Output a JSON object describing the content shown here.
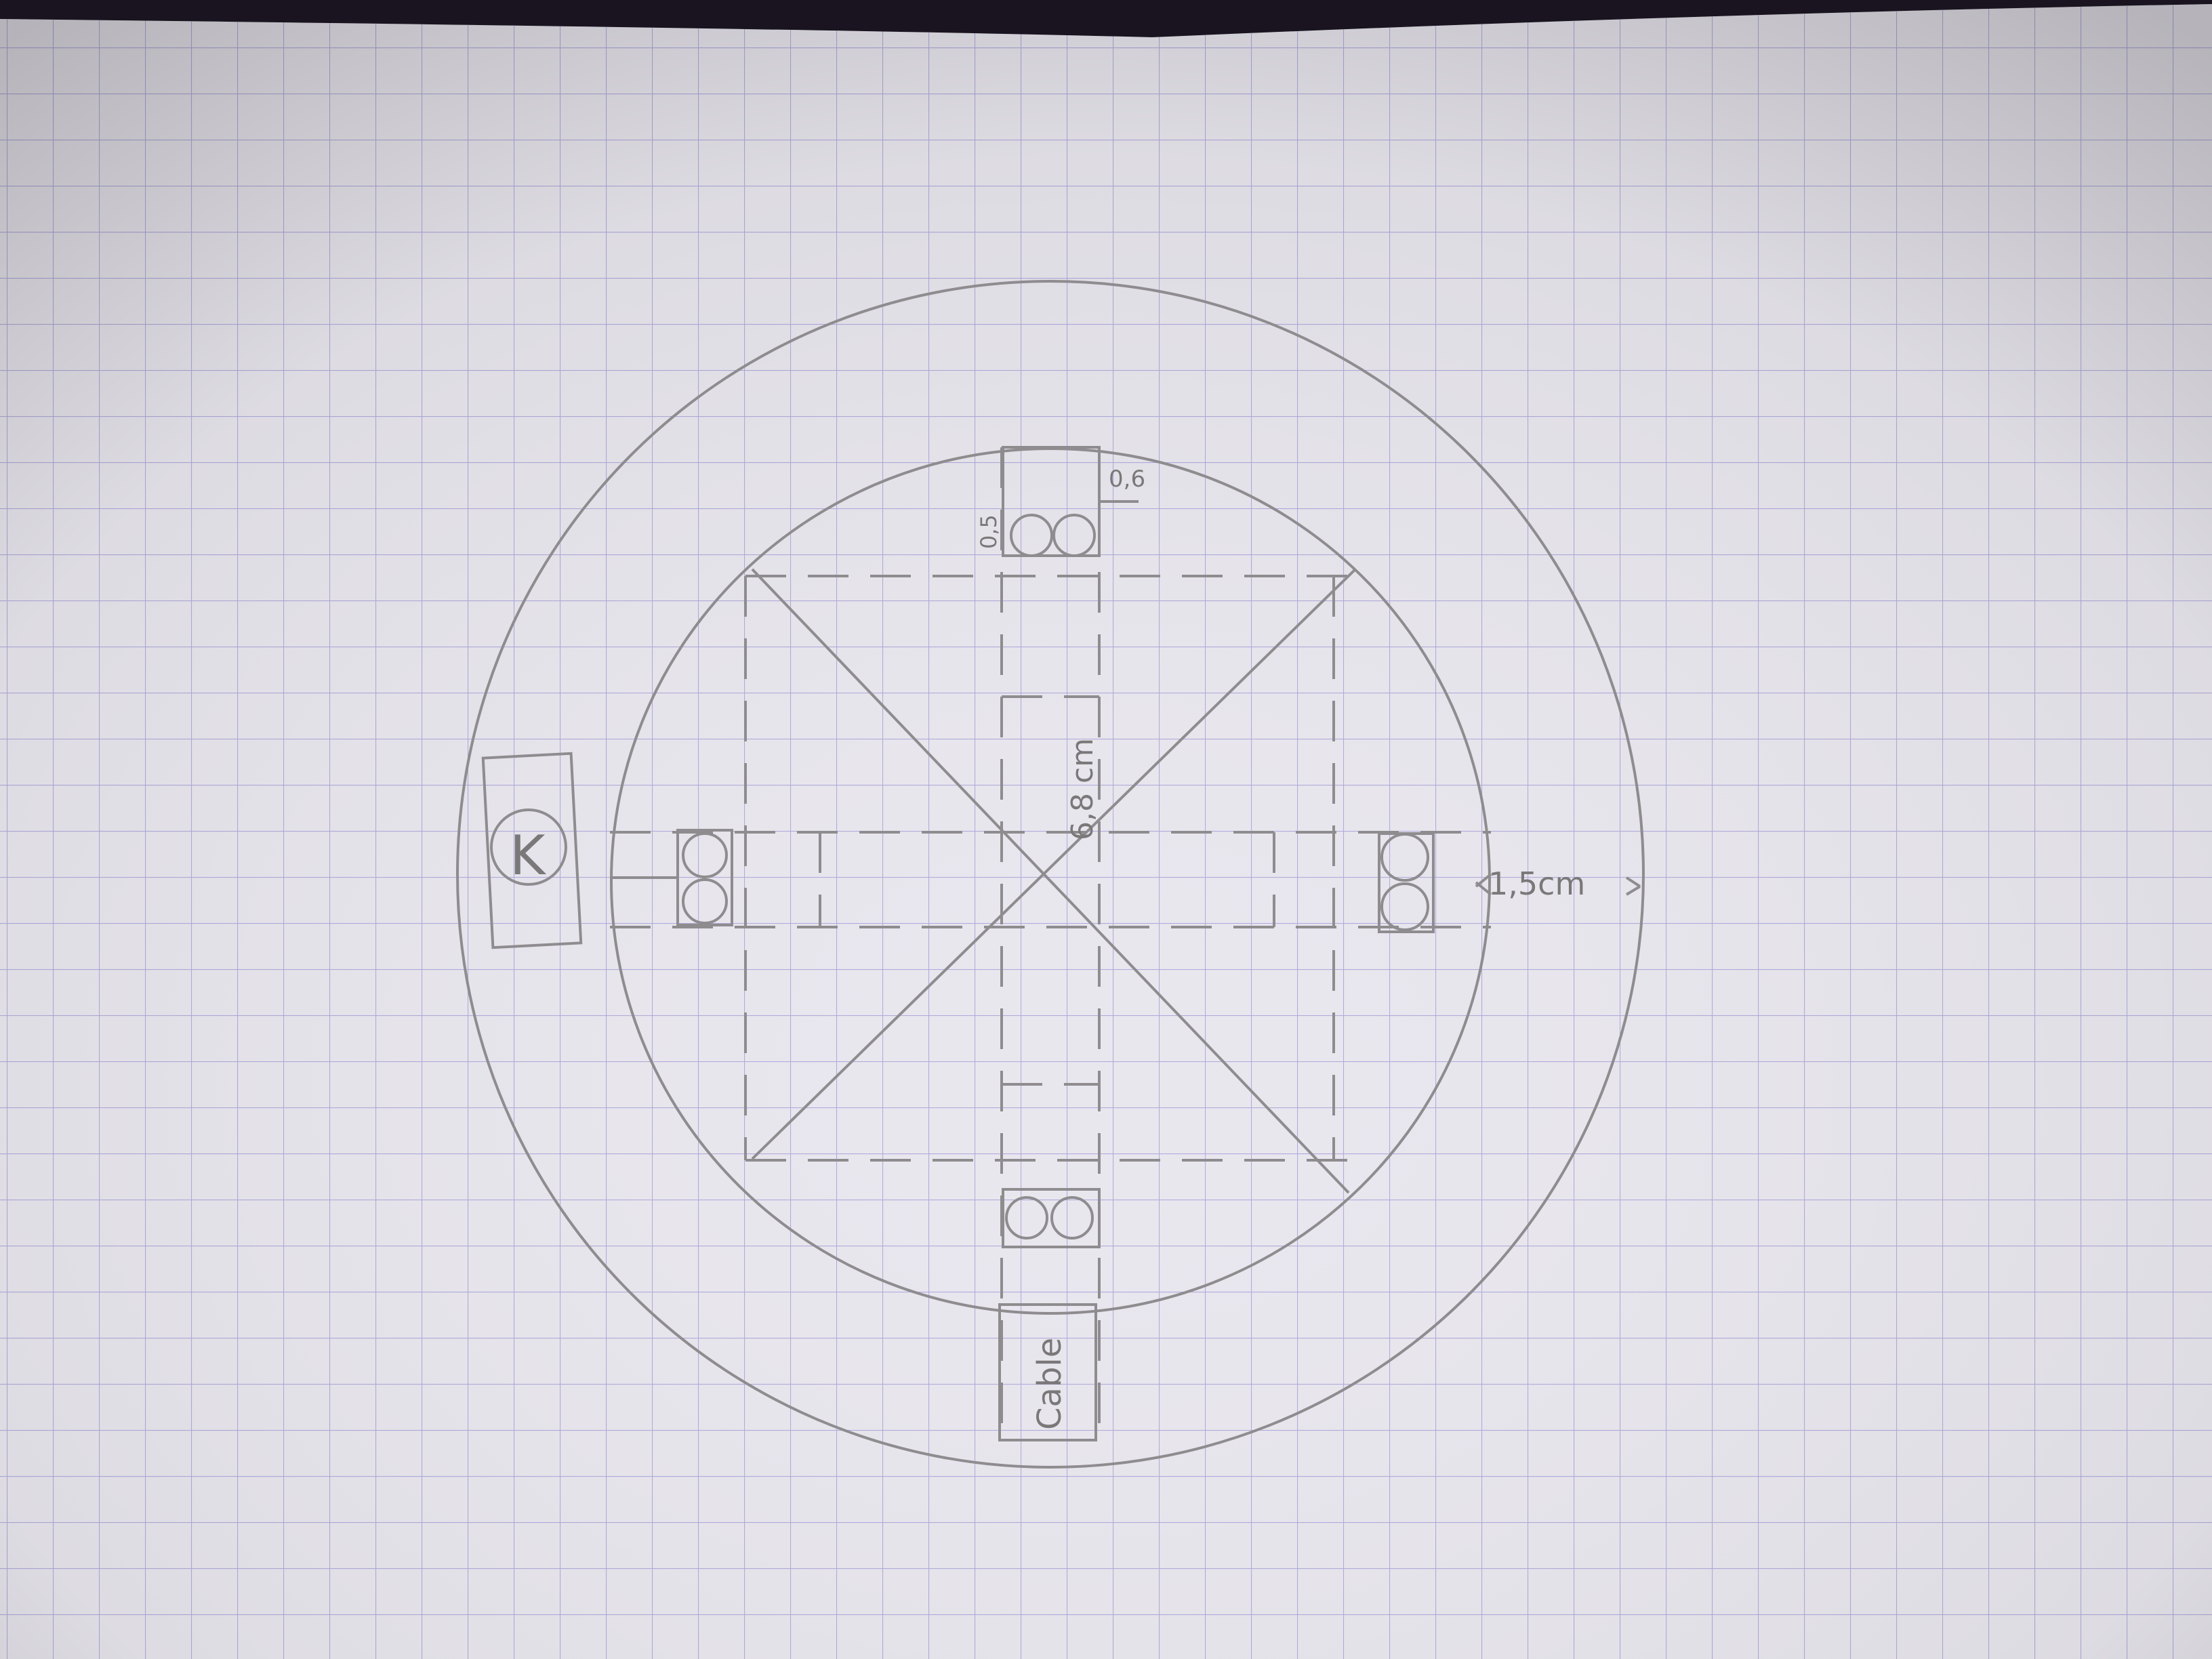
{
  "sketch": {
    "dim_top_right": "0,6",
    "dim_top_left": "0,5",
    "dim_center": "6,8 cm",
    "dim_right": "1,5cm",
    "cable_label": "Cable",
    "symbol_left": "K"
  },
  "colors": {
    "paper": "#e8e6ec",
    "grid": "#a8a4d8",
    "pencil": "#8a8888",
    "table": "#1a1420"
  }
}
